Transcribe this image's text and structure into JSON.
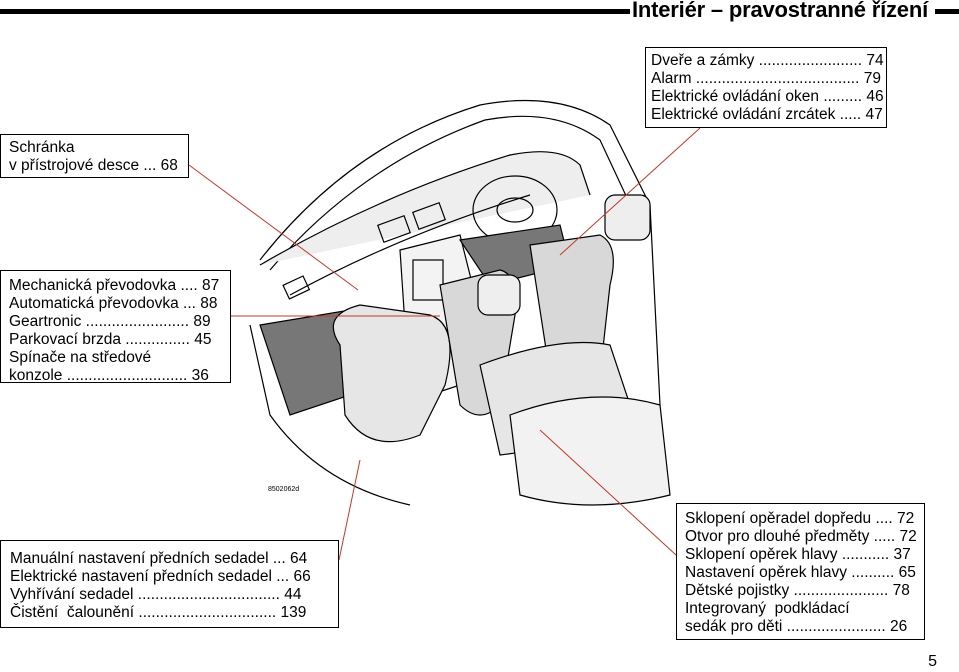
{
  "page_title": "Interiér – pravostranné řízení",
  "page_number": "5",
  "figure_code": "8502062d",
  "callouts": {
    "top_right": [
      "Dveře a zámky ........................ 74",
      "Alarm ...................................... 79",
      "Elektrické ovládání oken ......... 46",
      "Elektrické ovládání zrcátek ..... 47"
    ],
    "left_top": [
      "Schránka",
      "v přístrojové desce ... 68"
    ],
    "left_mid": [
      "Mechanická převodovka .... 87",
      "Automatická převodovka ... 88",
      "Geartronic ........................ 89",
      "Parkovací brzda ............... 45",
      "Spínače na středové",
      "konzole ............................ 36"
    ],
    "bottom_left": [
      "Manuální nastavení předních sedadel ... 64",
      "Elektrické nastavení předních sedadel ... 66",
      "Vyhřívání sedadel ................................. 44",
      "Čistění  čalounění ................................ 139"
    ],
    "bottom_right": [
      "Sklopení opěradel dopředu .... 72",
      "Otvor pro dlouhé předměty ..... 72",
      "Sklopení opěrek hlavy ........... 37",
      "Nastavení opěrek hlavy .......... 65",
      "Dětské pojistky ...................... 78",
      "Integrovaný  podkládací",
      "sedák pro děti ....................... 26"
    ]
  }
}
